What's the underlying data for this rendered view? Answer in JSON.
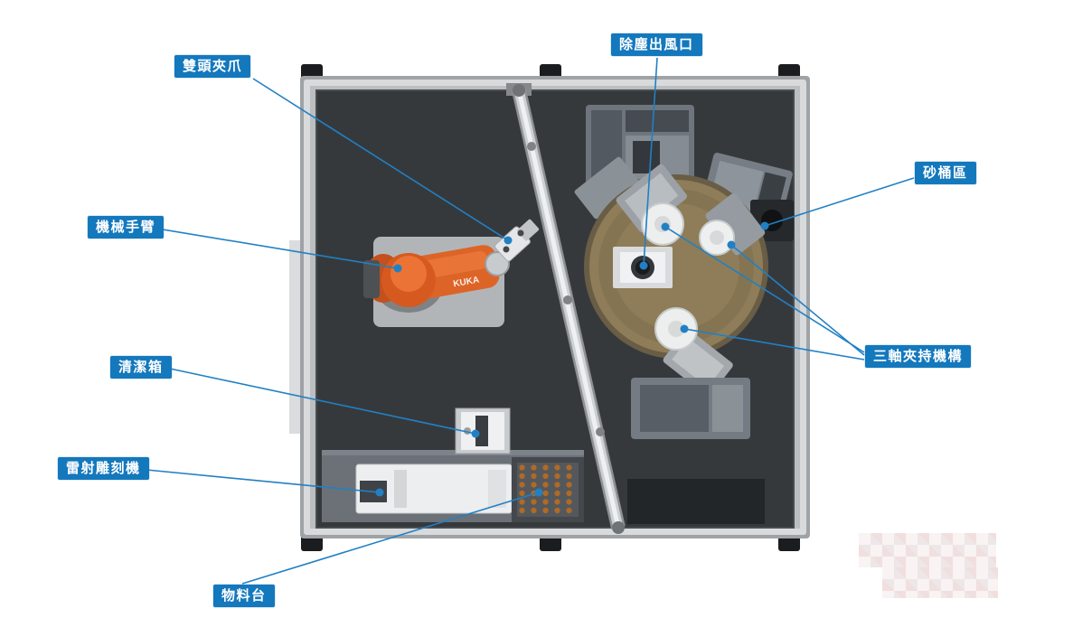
{
  "labels": [
    {
      "id": "double-head-gripper",
      "text": "雙頭夾爪"
    },
    {
      "id": "dust-air-outlet",
      "text": "除塵出風口"
    },
    {
      "id": "sand-bucket-area",
      "text": "砂桶區"
    },
    {
      "id": "robot-arm",
      "text": "機械手臂"
    },
    {
      "id": "three-axis-clamp",
      "text": "三軸夾持機構"
    },
    {
      "id": "cleaning-box",
      "text": "清潔箱"
    },
    {
      "id": "laser-engraver",
      "text": "雷射雕刻機"
    },
    {
      "id": "material-table",
      "text": "物料台"
    }
  ],
  "robot": {
    "brand": "KUKA"
  },
  "colors": {
    "label_background": "#1478bd",
    "label_text": "#ffffff",
    "leader_line": "#2180c4",
    "dot": "#2180c4"
  }
}
